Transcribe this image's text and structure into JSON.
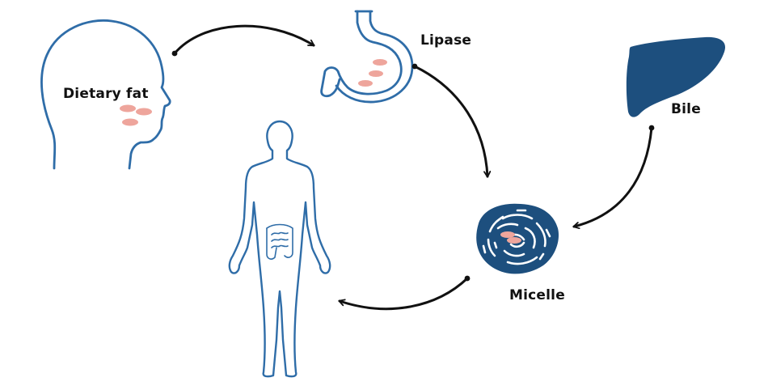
{
  "labels": {
    "dietary_fat": "Dietary fat",
    "lipase": "Lipase",
    "bile": "Bile",
    "micelle": "Micelle"
  },
  "colors": {
    "outline_blue": "#2f6da8",
    "organ_dark_blue": "#1d4f7e",
    "fat_droplet_pink": "#eea59c",
    "arrow_black": "#111111",
    "background": "#ffffff"
  },
  "icons": {
    "head": "head-profile-icon",
    "stomach": "stomach-icon",
    "liver": "liver-icon",
    "micelle": "micelle-icon",
    "body": "human-body-icon"
  }
}
